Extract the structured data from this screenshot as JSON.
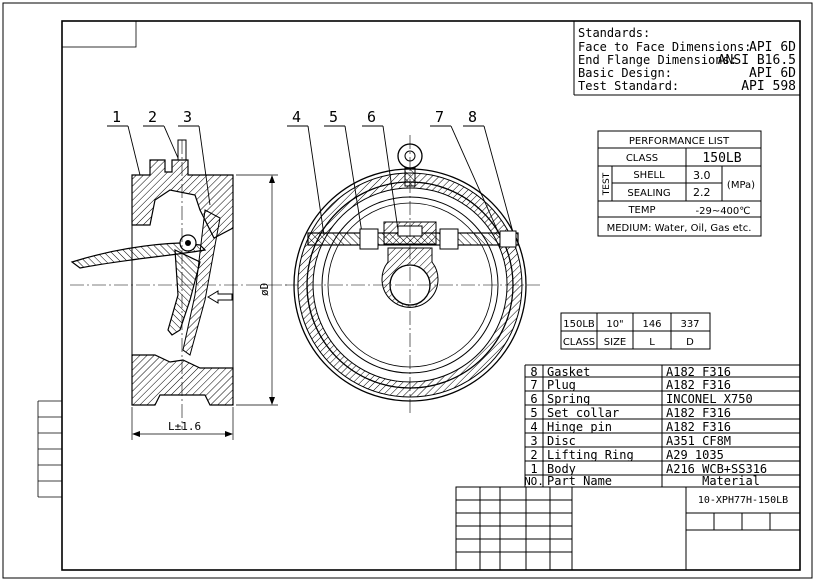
{
  "standards": {
    "heading": "Standards:",
    "rows": [
      {
        "label": "Face to Face Dimensions:",
        "value": "API 6D"
      },
      {
        "label": "End Flange Dimensions:",
        "value": "ANSI B16.5"
      },
      {
        "label": "Basic Design:",
        "value": "API 6D"
      },
      {
        "label": "Test Standard:",
        "value": "API 598"
      }
    ]
  },
  "balloons": [
    "1",
    "2",
    "3",
    "4",
    "5",
    "6",
    "7",
    "8"
  ],
  "side_view": {
    "length_label": "L±1.6",
    "diameter_label": "øD"
  },
  "performance": {
    "title": "PERFORMANCE LIST",
    "class_label": "CLASS",
    "class_value": "150LB",
    "test_label": "TEST",
    "shell_label": "SHELL",
    "shell_value": "3.0",
    "sealing_label": "SEALING",
    "sealing_value": "2.2",
    "unit": "(MPa)",
    "temp_label": "TEMP",
    "temp_value": "-29~400℃",
    "medium": "MEDIUM: Water, Oil, Gas etc."
  },
  "dimensions": {
    "values": [
      "150LB",
      "10\"",
      "146",
      "337"
    ],
    "headers": [
      "CLASS",
      "SIZE",
      "L",
      "D"
    ]
  },
  "parts": {
    "header_no": "NO.",
    "header_name": "Part Name",
    "header_material": "Material",
    "rows": [
      {
        "no": "8",
        "name": "Gasket",
        "material": "A182 F316"
      },
      {
        "no": "7",
        "name": "Plug",
        "material": "A182 F316"
      },
      {
        "no": "6",
        "name": "Spring",
        "material": "INCONEL X750"
      },
      {
        "no": "5",
        "name": "Set collar",
        "material": "A182 F316"
      },
      {
        "no": "4",
        "name": "Hinge pin",
        "material": "A182 F316"
      },
      {
        "no": "3",
        "name": "Disc",
        "material": "A351 CF8M"
      },
      {
        "no": "2",
        "name": "Lifting Ring",
        "material": "A29 1035"
      },
      {
        "no": "1",
        "name": "Body",
        "material": "A216 WCB+SS316"
      }
    ]
  },
  "title_block": {
    "drawing_no": "10-XPH77H-150LB"
  }
}
